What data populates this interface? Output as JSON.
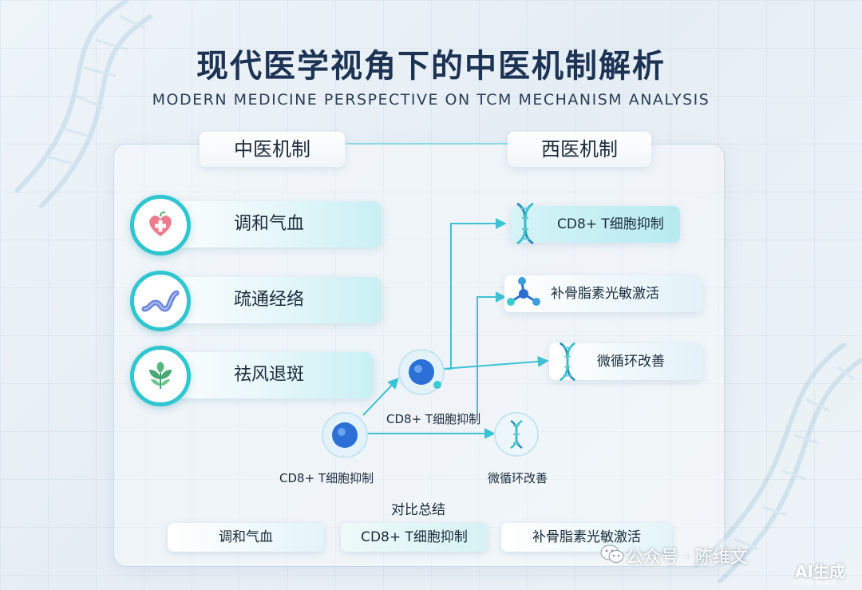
{
  "title": "现代医学视角下的中医机制解析",
  "subtitle": "MODERN MEDICINE PERSPECTIVE ON TCM MECHANISM ANALYSIS",
  "left_header": "中医机制",
  "right_header": "西医机制",
  "left_items": [
    {
      "label": "调和气血",
      "icon": "heart-plus-icon"
    },
    {
      "label": "疏通经络",
      "icon": "meridian-wave-icon"
    },
    {
      "label": "祛风退斑",
      "icon": "herb-leaf-icon"
    }
  ],
  "right_items": [
    {
      "label": "CD8+ T细胞抑制",
      "icon": "dna-icon"
    },
    {
      "label": "补骨脂素光敏激活",
      "icon": "molecule-icon"
    },
    {
      "label": "微循环改善",
      "icon": "dna-icon"
    }
  ],
  "nodes": {
    "cell_a": "CD8+ T细胞抑制",
    "cell_b": "CD8+ T细胞抑制",
    "cell_c": "微循环改善"
  },
  "summary": {
    "title": "对比总结",
    "items": [
      "调和气血",
      "CD8+ T细胞抑制",
      "补骨脂素光敏激活"
    ]
  },
  "watermark": "公众号 · 陈维文",
  "brand": "AI生成",
  "brand_sub": "WORKBUDD..",
  "colors": {
    "accent": "#2fc6d0",
    "title": "#1d3353",
    "cell": "#2c6fd6"
  }
}
